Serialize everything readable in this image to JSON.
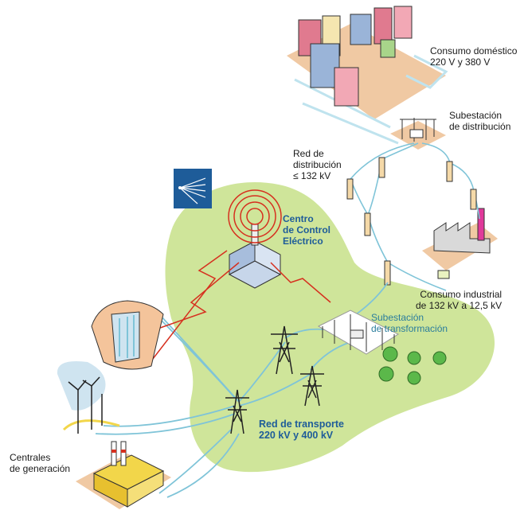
{
  "labels": {
    "consumo_domestico": {
      "line1": "Consumo doméstico",
      "line2": "220 V y 380 V"
    },
    "subestacion_distribucion": {
      "line1": "Subestación",
      "line2": "de distribución"
    },
    "red_distribucion": {
      "line1": "Red de",
      "line2": "distribución",
      "line3": "≤ 132 kV"
    },
    "centro_control": {
      "line1": "Centro",
      "line2": "de Control",
      "line3": "Eléctrico"
    },
    "consumo_industrial": {
      "line1": "Consumo industrial",
      "line2": "de 132 kV a 12,5 kV"
    },
    "subestacion_transformacion": {
      "line1": "Subestación",
      "line2": "de transformación"
    },
    "red_transporte": {
      "line1": "Red de transporte",
      "line2": "220 kV y 400 kV"
    },
    "centrales_generacion": {
      "line1": "Centrales",
      "line2": "de generación"
    }
  },
  "colors": {
    "green_zone": "#cfe59a",
    "beige_pad": "#f0c9a3",
    "line_blue": "#7fc4d8",
    "control_logo": "#1e5c99",
    "signal_red": "#d6301f",
    "label_blue": "#1e5c99",
    "label_teal": "#2a7d9c"
  },
  "icons": [
    "network-logo-icon",
    "radio-tower-icon",
    "wind-turbine-icon",
    "dam-icon",
    "power-plant-icon",
    "factory-icon",
    "transmission-tower-icon",
    "tree-icon",
    "building-icon"
  ]
}
